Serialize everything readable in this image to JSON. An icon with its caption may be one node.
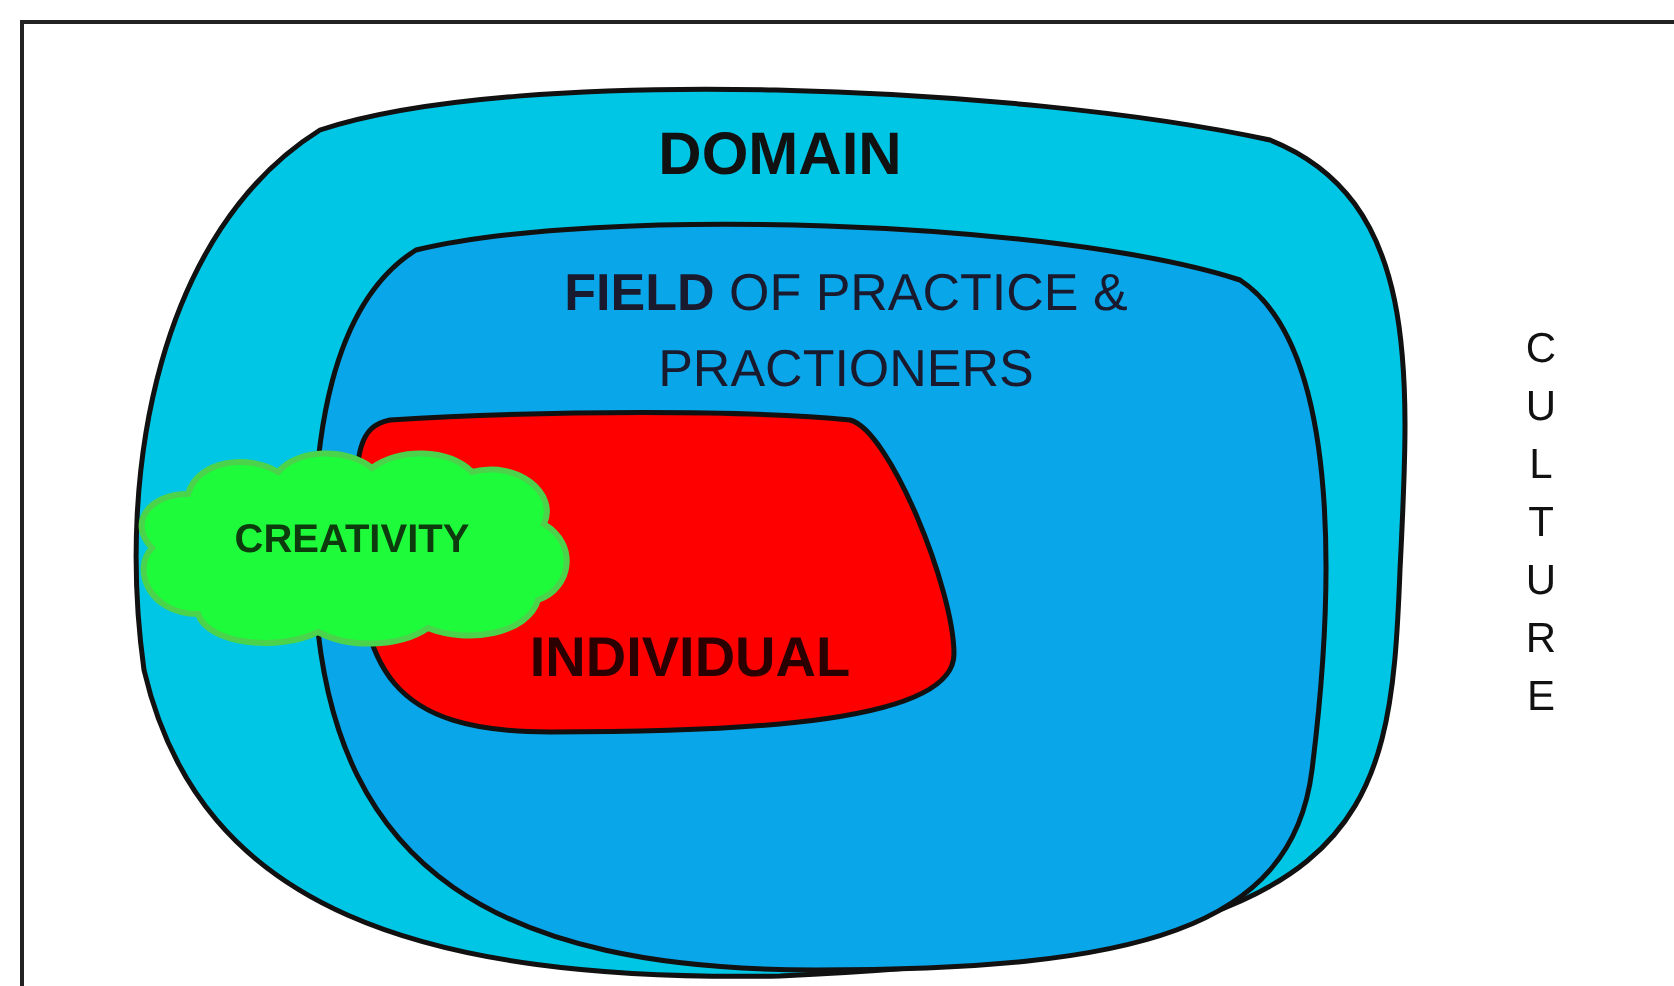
{
  "diagram": {
    "nodes": [
      {
        "text": [
          "DOMAIN"
        ]
      },
      {
        "text": [
          "**FIELD** OF PRACTICE & PRACTIONERS"
        ],
        "in": 0
      },
      {
        "text": [
          "INDIVIDUAL"
        ],
        "in": 1
      },
      {
        "text": [
          "CREATIVITY"
        ],
        "in": 0
      }
    ],
    "labels": [
      "CULTURE"
    ]
  }
}
